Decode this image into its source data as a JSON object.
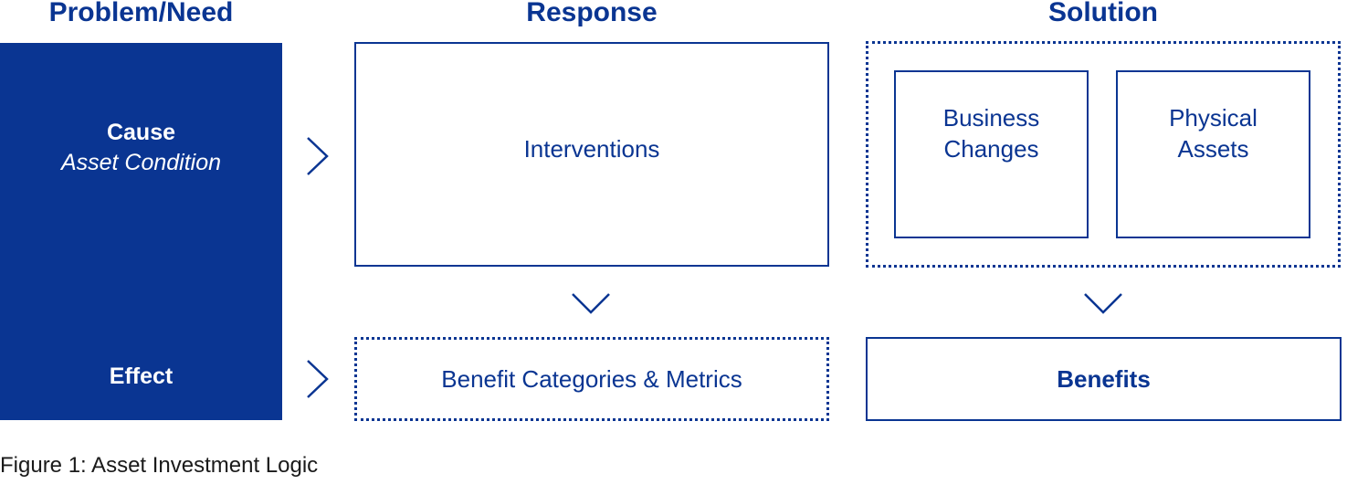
{
  "headers": {
    "problem": "Problem/Need",
    "response": "Response",
    "solution": "Solution"
  },
  "problem_panel": {
    "cause": "Cause",
    "cause_sub": "Asset Condition",
    "effect": "Effect"
  },
  "response": {
    "interventions": "Interventions",
    "benefit_categories": "Benefit Categories & Metrics"
  },
  "solution": {
    "business_changes_line1": "Business",
    "business_changes_line2": "Changes",
    "physical_assets_line1": "Physical",
    "physical_assets_line2": "Assets",
    "benefits": "Benefits"
  },
  "caption": "Figure 1: Asset Investment Logic",
  "colors": {
    "brand": "#0a3592",
    "caption_text": "#1a1a1a"
  },
  "icons": {
    "right_arrow": "chevron-right-icon",
    "down_arrow": "chevron-down-icon"
  }
}
